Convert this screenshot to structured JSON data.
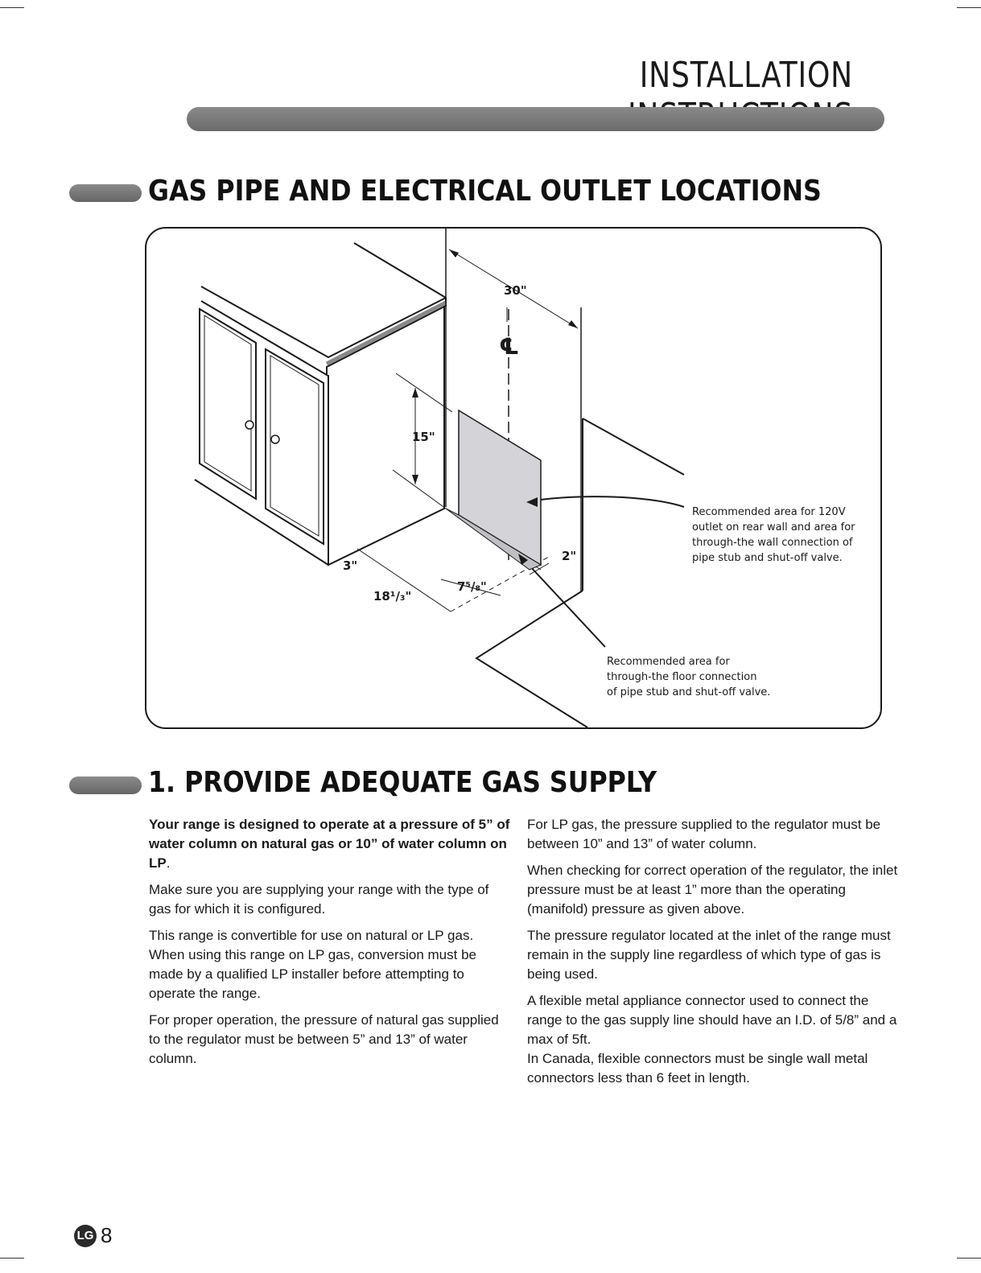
{
  "header": {
    "title": "INSTALLATION INSTRUCTIONS"
  },
  "section1": {
    "heading": "GAS PIPE AND ELECTRICAL OUTLET LOCATIONS"
  },
  "diagram": {
    "centerline_symbol": "℄",
    "dimensions": {
      "width": "30\"",
      "height": "15\"",
      "side_offset": "3\"",
      "floor_depth": "18¹/₃\"",
      "floor_width": "7⁵/₈\"",
      "wall_offset": "2\""
    },
    "callout_wall": [
      "Recommended area for 120V",
      "outlet on rear wall and area for",
      "through-the wall connection of",
      "pipe stub and shut-off valve."
    ],
    "callout_floor": [
      "Recommended area for",
      "through-the floor connection",
      "of pipe stub and shut-off valve."
    ]
  },
  "section2": {
    "heading": "1. PROVIDE ADEQUATE GAS SUPPLY",
    "left": {
      "p1_bold": "Your range is designed to operate at a pressure of 5” of water column on natural gas or 10” of water column on LP",
      "p1_tail": ".",
      "p2": "Make sure you are supplying your range with the type of gas for which it is configured.",
      "p3": "This range is convertible for use on natural or LP gas. When using this range on LP gas, conversion must be made by a qualified LP installer before attempting to operate the range.",
      "p4": "For proper operation, the pressure of natural gas supplied to the regulator must be between 5” and 13” of water column."
    },
    "right": {
      "p1": "For LP gas, the pressure supplied to the regulator must be between 10” and 13” of water column.",
      "p2": "When checking for correct operation of the regulator, the inlet pressure must be at least 1” more than the operating (manifold) pressure as given above.",
      "p3": "The pressure regulator located at the inlet of the range must remain in the supply line regardless of which type of gas is being used.",
      "p4": "A flexible metal appliance connector used to connect the range to the gas supply line should have an I.D. of 5/8” and a max of 5ft.",
      "p5": "In Canada, flexible connectors must be single wall metal connectors less than 6 feet in length."
    }
  },
  "footer": {
    "logo": "LG",
    "page_number": "8"
  }
}
